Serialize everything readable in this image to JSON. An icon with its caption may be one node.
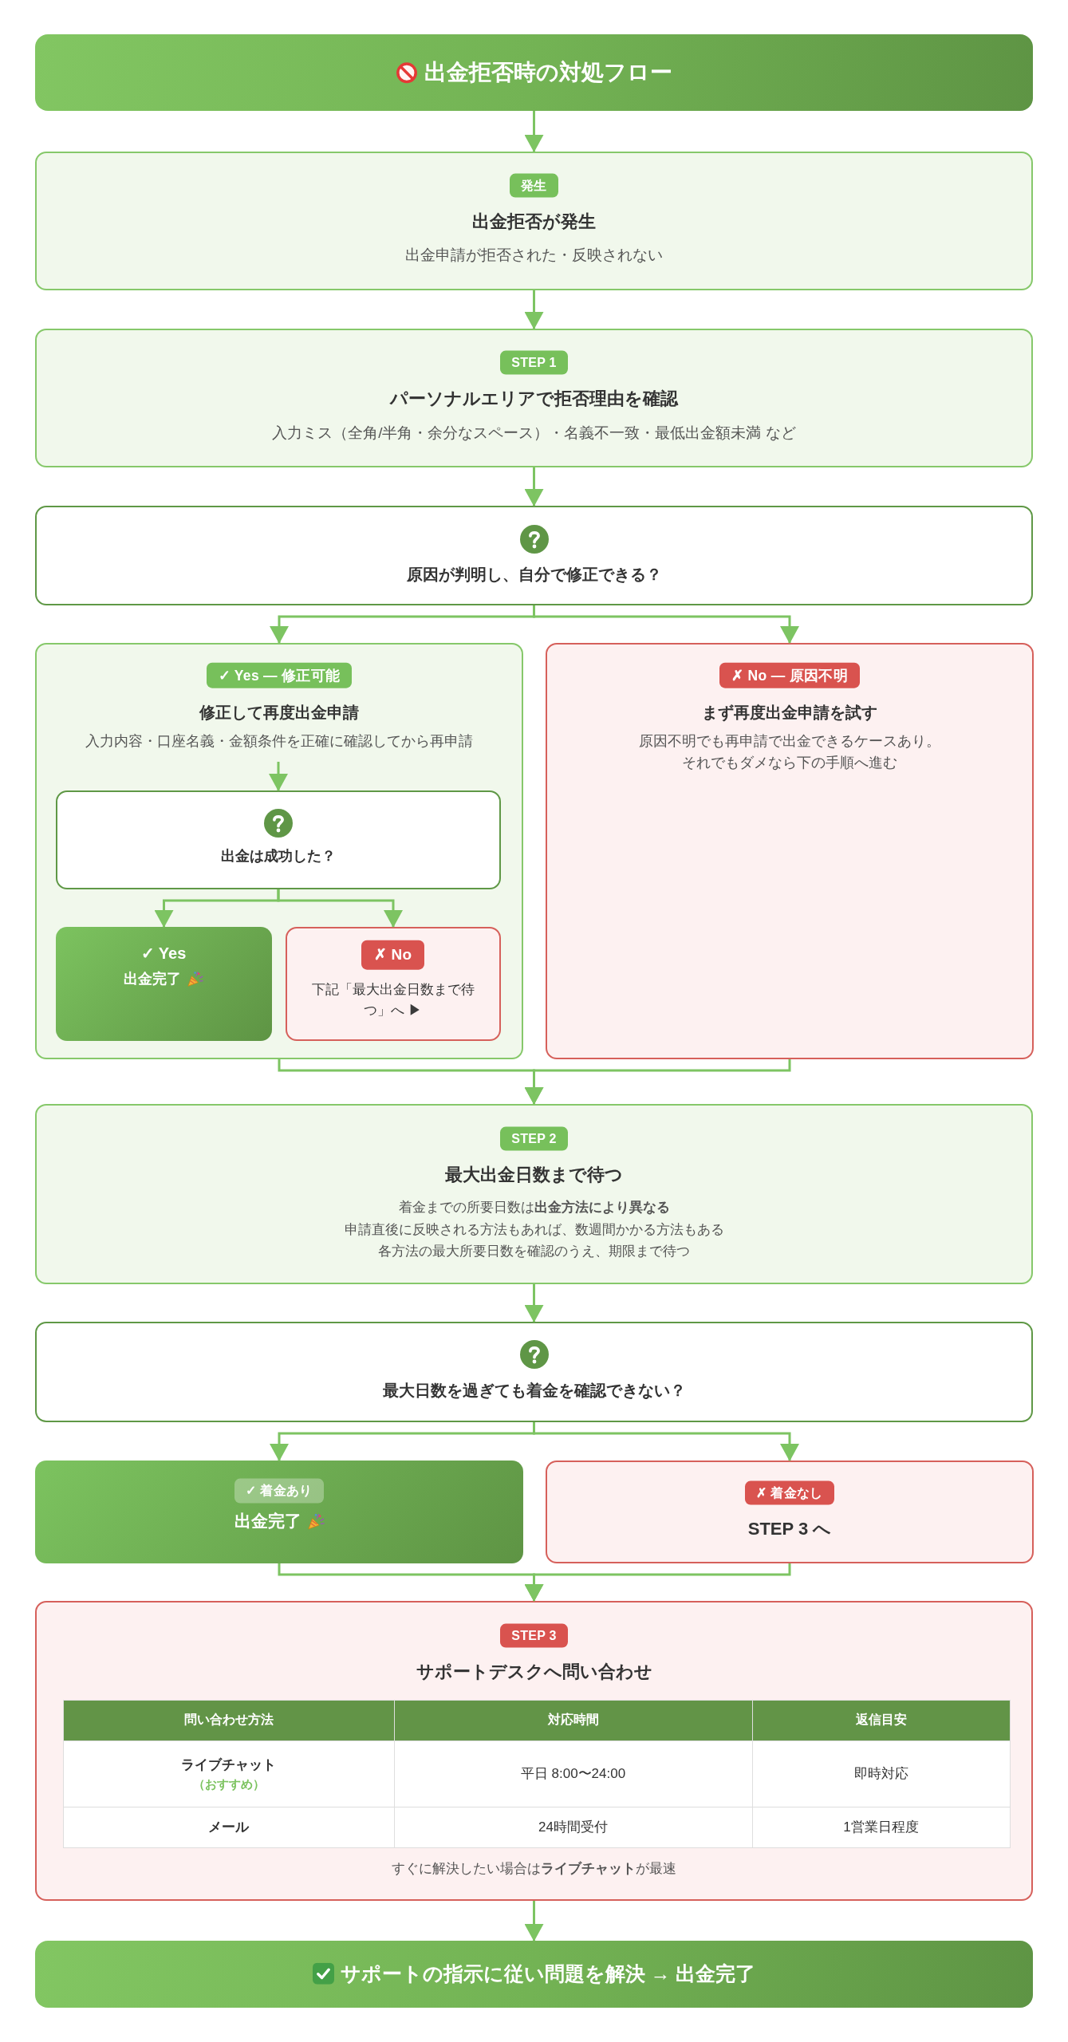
{
  "diagram": {
    "nodes": [
      {
        "text": [
          "出金拒否時の対処フロー"
        ]
      },
      {
        "text": [
          "発生",
          "出金拒否が発生",
          "出金申請が拒否された・反映されない"
        ]
      },
      {
        "text": [
          "STEP 1",
          "パーソナルエリアで拒否理由を確認",
          "入力ミス（全角/半角・余分なスペース）・名義不一致・最低出金額未満 など"
        ]
      },
      {
        "text": [
          "原因が判明し、自分で修正できる？"
        ]
      },
      {
        "text": [
          "✓ Yes — 修正可能",
          "修正して再度出金申請",
          "入力内容・口座名義・金額条件を正確に確認してから再申請"
        ]
      },
      {
        "text": [
          "✗ No — 原因不明",
          "まず再度出金申請を試す",
          "原因不明でも再申請で出金できるケースあり。",
          "それでもダメなら下の手順へ進む"
        ]
      },
      {
        "text": [
          "出金は成功した？"
        ],
        "in": 4
      },
      {
        "text": [
          "✓ Yes",
          "出金完了"
        ],
        "in": 4
      },
      {
        "text": [
          "✗ No",
          "下記「最大出金日数まで待つ」へ ▶"
        ],
        "in": 4
      },
      {
        "text": [
          "STEP 2",
          "最大出金日数まで待つ",
          "着金までの所要日数は**出金方法により異なる**",
          "申請直後に反映される方法もあれば、数週間かかる方法もある",
          "各方法の最大所要日数を確認のうえ、期限まで待つ"
        ]
      },
      {
        "text": [
          "最大日数を過ぎても着金を確認できない？"
        ]
      },
      {
        "text": [
          "✓ 着金あり",
          "出金完了"
        ]
      },
      {
        "text": [
          "✗ 着金なし",
          "STEP 3 へ"
        ]
      },
      {
        "text": [
          "STEP 3",
          "サポートデスクへ問い合わせ",
          "すぐに解決したい場合は**ライブチャット**が最速"
        ]
      },
      {
        "text": [
          "サポートの指示に従い問題を解決 → 出金完了"
        ]
      }
    ],
    "edges": [
      {
        "from": 0,
        "to": 1,
        "arrow": "to"
      },
      {
        "from": 1,
        "to": 2,
        "arrow": "to"
      },
      {
        "from": 2,
        "to": 3,
        "arrow": "to"
      },
      {
        "from": 3,
        "to": 4,
        "arrow": "to"
      },
      {
        "from": 3,
        "to": 5,
        "arrow": "to"
      },
      {
        "from": null,
        "to": 6,
        "arrow": "to"
      },
      {
        "from": 6,
        "to": 7,
        "arrow": "to"
      },
      {
        "from": 6,
        "to": 8,
        "arrow": "to"
      },
      {
        "from": 4,
        "to": 9,
        "arrow": "to"
      },
      {
        "from": 5,
        "to": 9,
        "arrow": "to"
      },
      {
        "from": 9,
        "to": 10,
        "arrow": "to"
      },
      {
        "from": 10,
        "to": 11,
        "arrow": "to"
      },
      {
        "from": 10,
        "to": 12,
        "arrow": "to"
      },
      {
        "from": 11,
        "to": 13,
        "arrow": "to"
      },
      {
        "from": 12,
        "to": 13,
        "arrow": "to"
      },
      {
        "from": 13,
        "to": 14,
        "arrow": "to"
      }
    ],
    "labels": [
      "問い合わせ方法",
      "対応時間",
      "返信目安",
      "ライブチャット",
      "（おすすめ）",
      "平日 8:00〜24:00",
      "即時対応",
      "メール",
      "24時間受付",
      "1営業日程度"
    ]
  }
}
